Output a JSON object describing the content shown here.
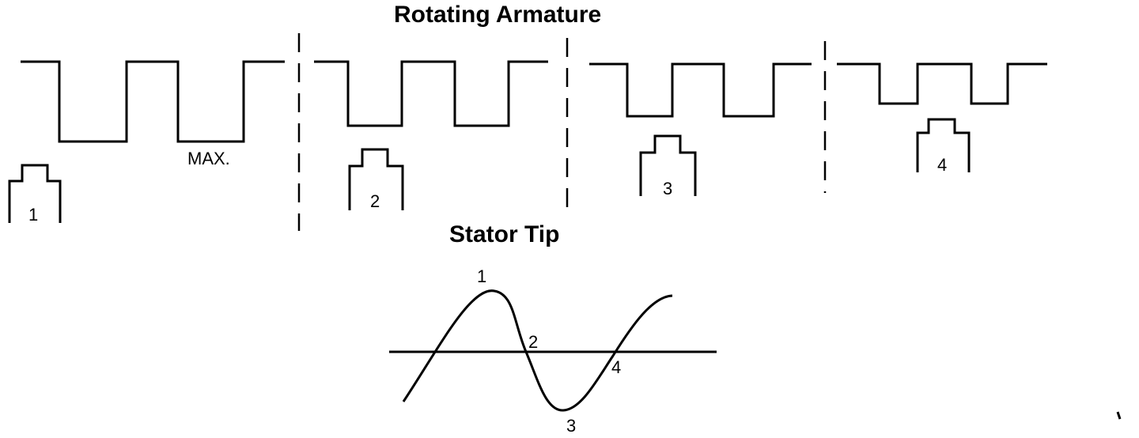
{
  "titles": {
    "armature": "Rotating Armature",
    "stator": "Stator Tip"
  },
  "armature_labels": {
    "max": "MAX."
  },
  "positions": [
    {
      "id": 1,
      "label": "1"
    },
    {
      "id": 2,
      "label": "2"
    },
    {
      "id": 3,
      "label": "3"
    },
    {
      "id": 4,
      "label": "4"
    }
  ],
  "sine_labels": {
    "peak": "1",
    "zero_down": "2",
    "trough": "3",
    "zero_up": "4"
  }
}
